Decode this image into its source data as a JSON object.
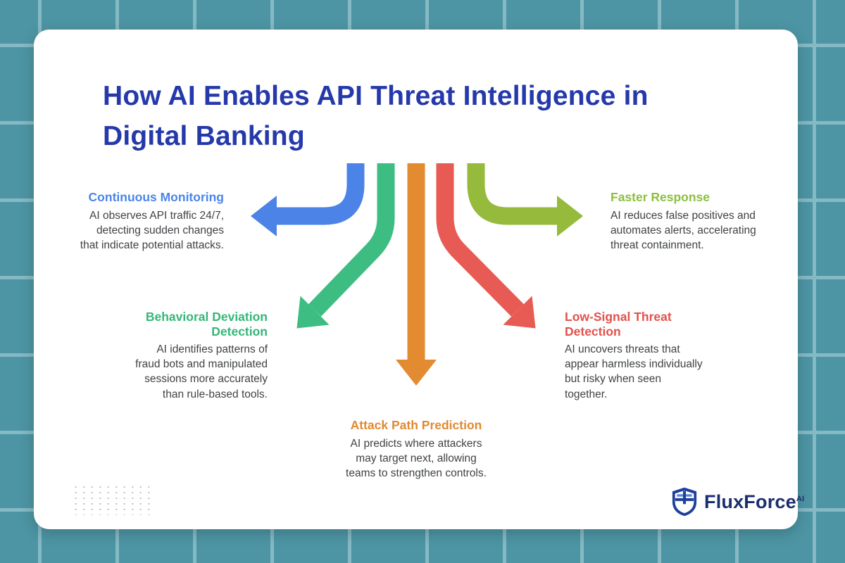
{
  "page": {
    "background_color": "#4d95a4",
    "grid_line_color": "#85b9c4",
    "card_color": "#ffffff"
  },
  "title": {
    "text": "How AI Enables API Threat Intelligence in Digital Banking",
    "color": "#2539aa"
  },
  "branches": [
    {
      "id": "continuous-monitoring",
      "label": "Continuous Monitoring",
      "description": "AI observes API traffic 24/7, detecting sudden changes that indicate potential attacks.",
      "label_color": "#4a86e8",
      "arrow_color": "#4c83e6",
      "direction": "left"
    },
    {
      "id": "behavioral-deviation-detection",
      "label": "Behavioral Deviation Detection",
      "description": "AI identifies patterns of fraud bots and manipulated sessions more accurately than rule-based tools.",
      "label_color": "#35b778",
      "arrow_color": "#3dbd81",
      "direction": "down-left"
    },
    {
      "id": "attack-path-prediction",
      "label": "Attack Path Prediction",
      "description": "AI predicts where attackers may target next, allowing teams to strengthen controls.",
      "label_color": "#e0892f",
      "arrow_color": "#e28b31",
      "direction": "down"
    },
    {
      "id": "low-signal-threat-detection",
      "label": "Low-Signal Threat Detection",
      "description": "AI uncovers threats that appear harmless individually but risky when seen together.",
      "label_color": "#e2514d",
      "arrow_color": "#e85a54",
      "direction": "down-right"
    },
    {
      "id": "faster-response",
      "label": "Faster Response",
      "description": "AI reduces false positives and automates alerts, accelerating threat containment.",
      "label_color": "#8cbf3f",
      "arrow_color": "#95ba3c",
      "direction": "right"
    }
  ],
  "body_text_color": "#3f4245",
  "logo": {
    "name": "FluxForce",
    "superscript": "AI",
    "text_color": "#1b2e6e",
    "shield_color": "#1e3f9c",
    "shield_accent_color": "#5b86d6"
  }
}
